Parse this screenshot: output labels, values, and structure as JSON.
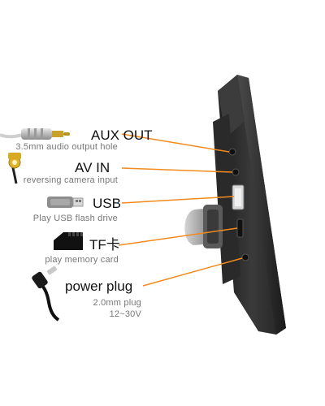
{
  "ports": [
    {
      "id": "aux",
      "label": "AUX OUT",
      "description": "3.5mm audio output hole",
      "icon": "aux-cable-icon"
    },
    {
      "id": "av",
      "label": "AV IN",
      "description": "reversing camera input",
      "icon": "rca-cable-icon"
    },
    {
      "id": "usb",
      "label": "USB",
      "description": "Play USB flash drive",
      "icon": "usb-drive-icon"
    },
    {
      "id": "tf",
      "label": "TF卡",
      "description": "play memory card",
      "icon": "sd-card-icon"
    },
    {
      "id": "power",
      "label": "power plug",
      "description": "2.0mm plug",
      "description2": "12~30V",
      "icon": "power-plug-icon"
    }
  ],
  "colors": {
    "leader_line": "#f28a1d",
    "label_text": "#111111",
    "description_text": "#777777",
    "device_body": "#2c2c2c"
  }
}
